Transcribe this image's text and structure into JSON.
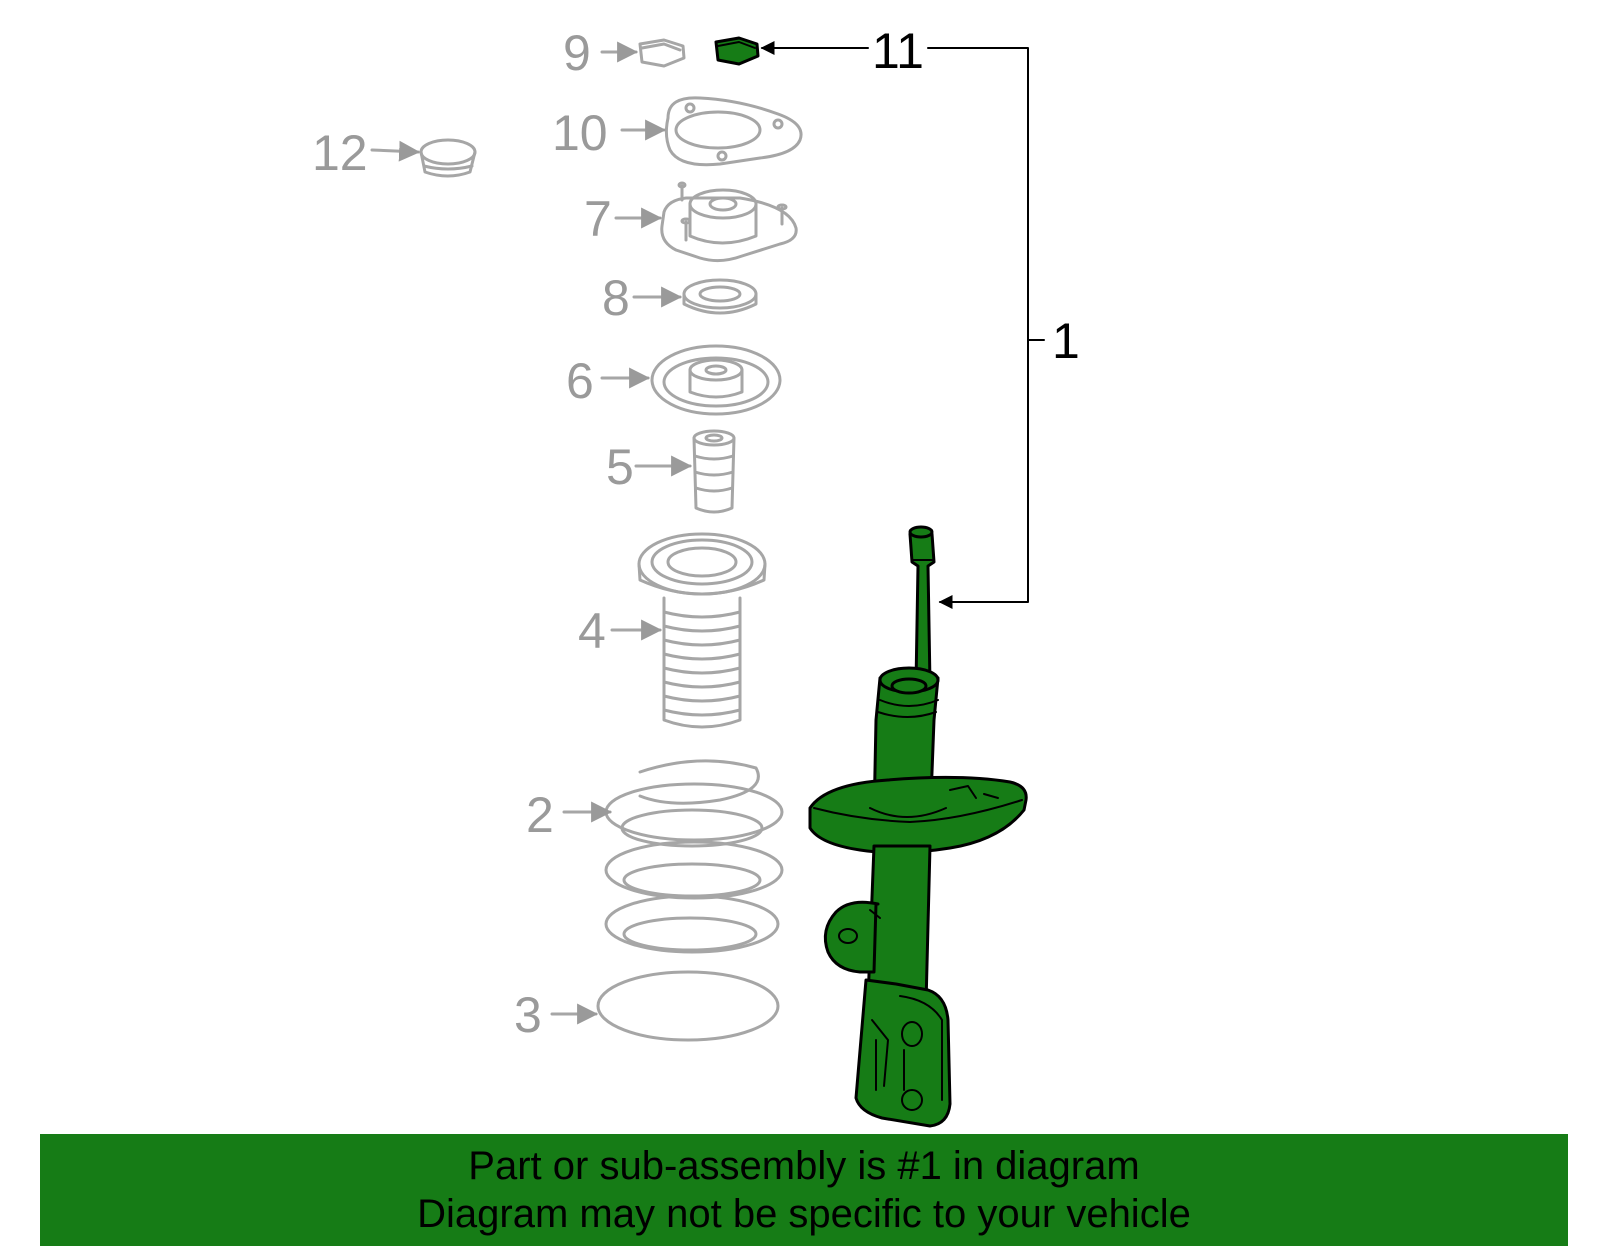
{
  "colors": {
    "highlight": "#167c16",
    "part_outline": "#a6a6a6",
    "label_grey": "#9a9a9a",
    "label_black": "#000000",
    "banner_bg": "#167c16",
    "banner_text": "#000000"
  },
  "callouts": {
    "c1": "1",
    "c2": "2",
    "c3": "3",
    "c4": "4",
    "c5": "5",
    "c6": "6",
    "c7": "7",
    "c8": "8",
    "c9": "9",
    "c10": "10",
    "c11": "11",
    "c12": "12"
  },
  "banner": {
    "line1": "Part or sub-assembly is #1 in diagram",
    "line2": "Diagram may not be specific to your vehicle"
  }
}
